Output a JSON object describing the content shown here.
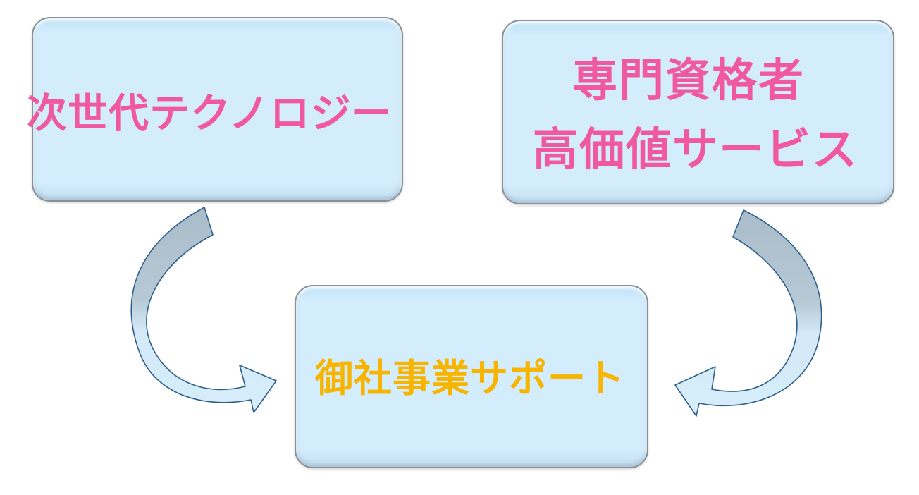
{
  "nodes": {
    "left": {
      "text": "次世代テクノロジー"
    },
    "right": {
      "line1": "専門資格者",
      "line2": "高価値サービス"
    },
    "bottom": {
      "text": "御社事業サポート"
    }
  },
  "colors": {
    "box_fill": "#d3edfc",
    "box_border": "#8a8f96",
    "pink_text": "#f0599f",
    "gold_text": "#f7b400",
    "arrow_stroke": "#2e5e8c",
    "arrow_top": "#a9bcc9",
    "arrow_bottom": "#d6edfa"
  },
  "edges": [
    {
      "from": "left",
      "to": "bottom"
    },
    {
      "from": "right",
      "to": "bottom"
    }
  ]
}
